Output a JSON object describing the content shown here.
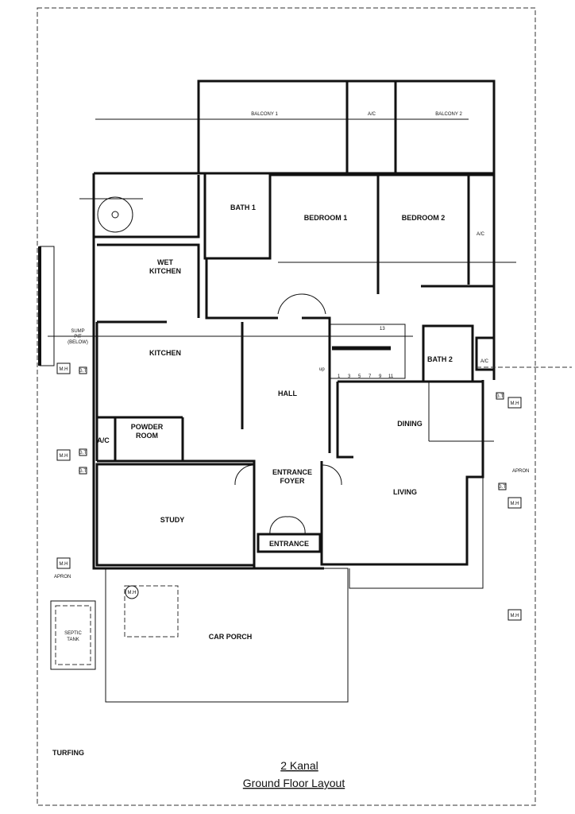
{
  "title": {
    "line1": "2 Kanal",
    "line2": "Ground Floor Layout"
  },
  "rooms": {
    "balcony1": "BALCONY 1",
    "ac_top": "A/C",
    "balcony2": "BALCONY 2",
    "bath1": "BATH 1",
    "bedroom1": "BEDROOM 1",
    "bedroom2": "BEDROOM 2",
    "ac_right": "A/C",
    "wet_kitchen_1": "WET",
    "wet_kitchen_2": "KITCHEN",
    "sump_1": "SUMP",
    "sump_2": "PIT",
    "sump_3": "(BELOW)",
    "kitchen": "KITCHEN",
    "hall": "HALL",
    "up": "up",
    "bath2": "BATH 2",
    "ac_bath2": "A/C",
    "dining": "DINING",
    "powder_1": "POWDER",
    "powder_2": "ROOM",
    "ac_left": "A/C",
    "foyer_1": "ENTRANCE",
    "foyer_2": "FOYER",
    "living": "LIVING",
    "study": "STUDY",
    "entrance": "ENTRANCE",
    "car_porch": "CAR PORCH",
    "turfing": "TURFING",
    "septic_1": "SEPTIC",
    "septic_2": "TANK",
    "apron_left": "APRON",
    "apron_right": "APRON"
  },
  "stair_numbers": [
    "1",
    "3",
    "5",
    "7",
    "9",
    "11",
    "13"
  ],
  "markers": {
    "mh": "M.H",
    "gt": "G.T"
  }
}
